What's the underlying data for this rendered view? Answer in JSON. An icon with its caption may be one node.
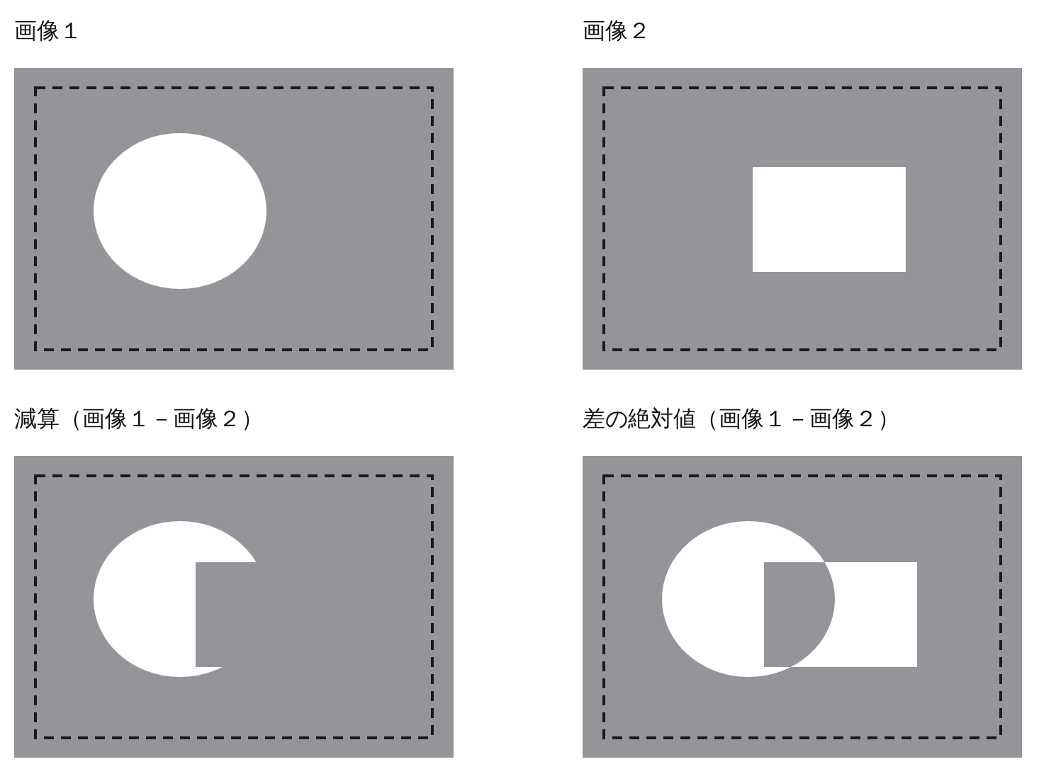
{
  "diagram": {
    "nodes": [
      {
        "text": [
          "画像１"
        ]
      },
      {
        "text": [
          "画像２"
        ]
      },
      {
        "text": [
          "減算（画像１－画像２）"
        ]
      },
      {
        "text": [
          "差の絶対値（画像１－画像２）"
        ]
      }
    ]
  }
}
